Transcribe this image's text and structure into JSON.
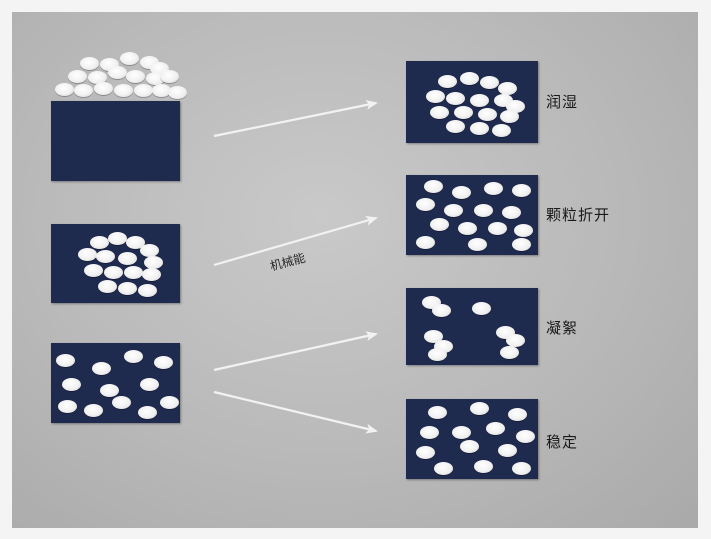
{
  "labels": {
    "wetting": "润湿",
    "breakup": "颗粒折开",
    "flocculation": "凝絮",
    "stable": "稳定",
    "mechanical_energy": "机械能"
  },
  "colors": {
    "panel": "#1f2a4f",
    "disc": "#f4f4f4",
    "arrow": "#f2f2f2",
    "background": "#bcbcbc"
  }
}
